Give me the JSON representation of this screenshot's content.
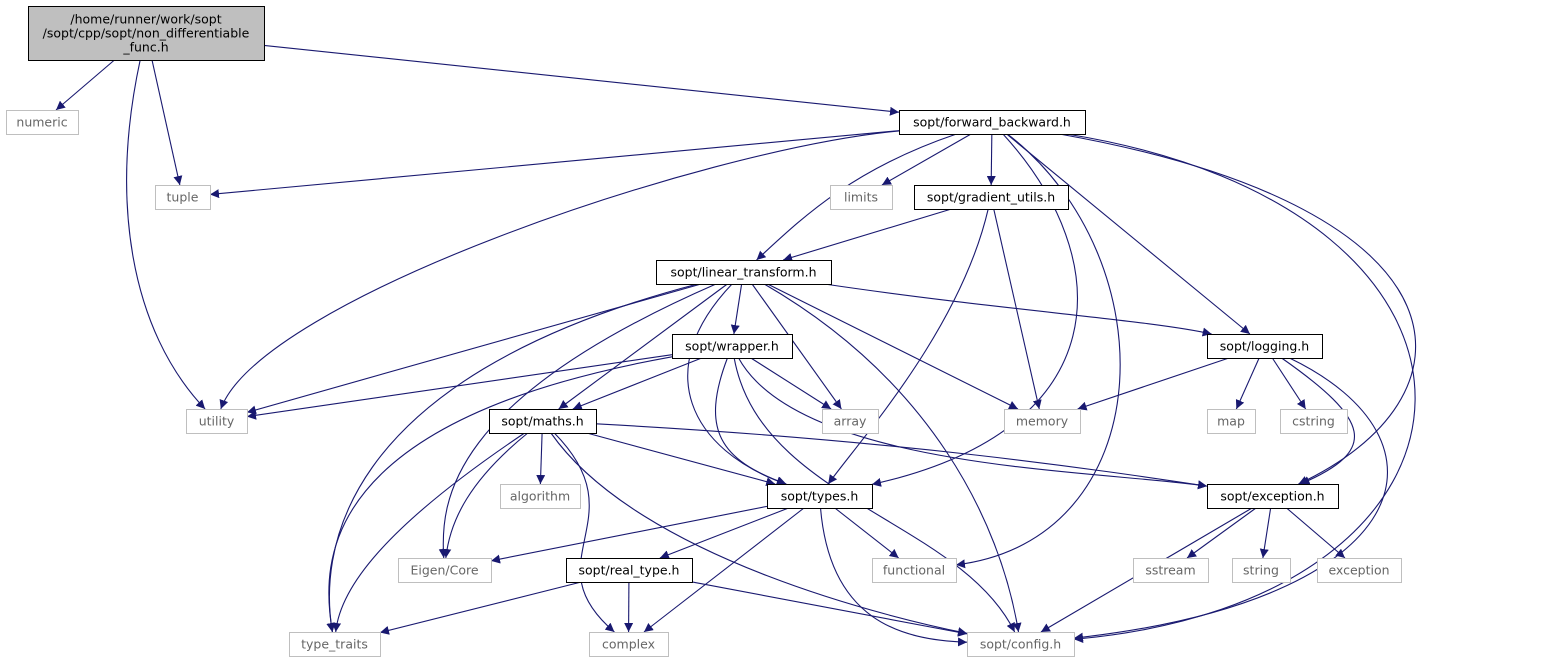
{
  "title": "",
  "colors": {
    "edge": "#191970",
    "root_fill": "#bfbfbf",
    "internal_border": "#000000",
    "external_border": "#bfbfbf"
  },
  "nodes": [
    {
      "id": "root",
      "kind": "root",
      "lines": [
        "/home/runner/work/sopt",
        "/sopt/cpp/sopt/non_differentiable",
        "_func.h"
      ]
    },
    {
      "id": "numeric",
      "kind": "external",
      "lines": [
        "numeric"
      ]
    },
    {
      "id": "fb",
      "kind": "internal",
      "lines": [
        "sopt/forward_backward.h"
      ]
    },
    {
      "id": "tuple",
      "kind": "external",
      "lines": [
        "tuple"
      ]
    },
    {
      "id": "limits",
      "kind": "external",
      "lines": [
        "limits"
      ]
    },
    {
      "id": "grad",
      "kind": "internal",
      "lines": [
        "sopt/gradient_utils.h"
      ]
    },
    {
      "id": "lt",
      "kind": "internal",
      "lines": [
        "sopt/linear_transform.h"
      ]
    },
    {
      "id": "wrap",
      "kind": "internal",
      "lines": [
        "sopt/wrapper.h"
      ]
    },
    {
      "id": "log",
      "kind": "internal",
      "lines": [
        "sopt/logging.h"
      ]
    },
    {
      "id": "utility",
      "kind": "external",
      "lines": [
        "utility"
      ]
    },
    {
      "id": "maths",
      "kind": "internal",
      "lines": [
        "sopt/maths.h"
      ]
    },
    {
      "id": "array",
      "kind": "external",
      "lines": [
        "array"
      ]
    },
    {
      "id": "memory",
      "kind": "external",
      "lines": [
        "memory"
      ]
    },
    {
      "id": "map",
      "kind": "external",
      "lines": [
        "map"
      ]
    },
    {
      "id": "cstring",
      "kind": "external",
      "lines": [
        "cstring"
      ]
    },
    {
      "id": "algorithm",
      "kind": "external",
      "lines": [
        "algorithm"
      ]
    },
    {
      "id": "types",
      "kind": "internal",
      "lines": [
        "sopt/types.h"
      ]
    },
    {
      "id": "exc",
      "kind": "internal",
      "lines": [
        "sopt/exception.h"
      ]
    },
    {
      "id": "eigen",
      "kind": "external",
      "lines": [
        "Eigen/Core"
      ]
    },
    {
      "id": "real",
      "kind": "internal",
      "lines": [
        "sopt/real_type.h"
      ]
    },
    {
      "id": "functional",
      "kind": "external",
      "lines": [
        "functional"
      ]
    },
    {
      "id": "sstream",
      "kind": "external",
      "lines": [
        "sstream"
      ]
    },
    {
      "id": "string",
      "kind": "external",
      "lines": [
        "string"
      ]
    },
    {
      "id": "exception",
      "kind": "external",
      "lines": [
        "exception"
      ]
    },
    {
      "id": "traits",
      "kind": "external",
      "lines": [
        "type_traits"
      ]
    },
    {
      "id": "complex",
      "kind": "external",
      "lines": [
        "complex"
      ]
    },
    {
      "id": "config",
      "kind": "external",
      "lines": [
        "sopt/config.h"
      ]
    }
  ],
  "edges": [
    [
      "root",
      "numeric"
    ],
    [
      "root",
      "tuple"
    ],
    [
      "root",
      "utility"
    ],
    [
      "root",
      "fb"
    ],
    [
      "fb",
      "tuple"
    ],
    [
      "fb",
      "utility"
    ],
    [
      "fb",
      "limits"
    ],
    [
      "fb",
      "grad"
    ],
    [
      "fb",
      "lt"
    ],
    [
      "fb",
      "types"
    ],
    [
      "fb",
      "functional"
    ],
    [
      "fb",
      "log"
    ],
    [
      "fb",
      "exc"
    ],
    [
      "fb",
      "config"
    ],
    [
      "grad",
      "lt"
    ],
    [
      "grad",
      "memory"
    ],
    [
      "grad",
      "types"
    ],
    [
      "lt",
      "utility"
    ],
    [
      "lt",
      "traits"
    ],
    [
      "lt",
      "eigen"
    ],
    [
      "lt",
      "maths"
    ],
    [
      "lt",
      "types"
    ],
    [
      "lt",
      "wrap"
    ],
    [
      "lt",
      "array"
    ],
    [
      "lt",
      "config"
    ],
    [
      "lt",
      "memory"
    ],
    [
      "lt",
      "log"
    ],
    [
      "wrap",
      "utility"
    ],
    [
      "wrap",
      "traits"
    ],
    [
      "wrap",
      "maths"
    ],
    [
      "wrap",
      "types"
    ],
    [
      "wrap",
      "array"
    ],
    [
      "wrap",
      "config"
    ],
    [
      "wrap",
      "exc"
    ],
    [
      "maths",
      "algorithm"
    ],
    [
      "maths",
      "eigen"
    ],
    [
      "maths",
      "traits"
    ],
    [
      "maths",
      "complex"
    ],
    [
      "maths",
      "types"
    ],
    [
      "maths",
      "config"
    ],
    [
      "maths",
      "exc"
    ],
    [
      "log",
      "memory"
    ],
    [
      "log",
      "map"
    ],
    [
      "log",
      "cstring"
    ],
    [
      "log",
      "exc"
    ],
    [
      "log",
      "config"
    ],
    [
      "types",
      "eigen"
    ],
    [
      "types",
      "real"
    ],
    [
      "types",
      "functional"
    ],
    [
      "types",
      "complex"
    ],
    [
      "types",
      "config"
    ],
    [
      "exc",
      "config"
    ],
    [
      "exc",
      "sstream"
    ],
    [
      "exc",
      "string"
    ],
    [
      "exc",
      "exception"
    ],
    [
      "real",
      "traits"
    ],
    [
      "real",
      "complex"
    ],
    [
      "real",
      "config"
    ]
  ]
}
